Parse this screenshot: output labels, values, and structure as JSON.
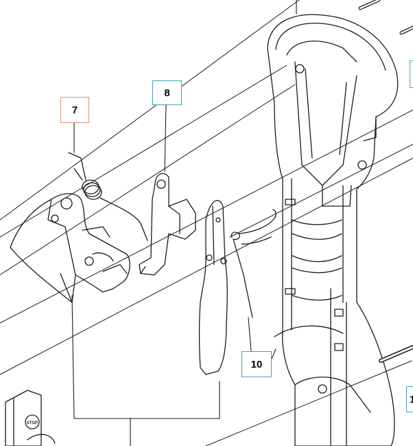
{
  "callouts": {
    "part_7": "7",
    "part_8": "8",
    "part_10": "10",
    "part_1_partial": "1"
  },
  "stop_switch_label": "STOP",
  "colors": {
    "line": "#1a1a1a",
    "callout_orange": "#e08a6a",
    "callout_teal": "#3aa3b8",
    "background": "#ffffff"
  }
}
